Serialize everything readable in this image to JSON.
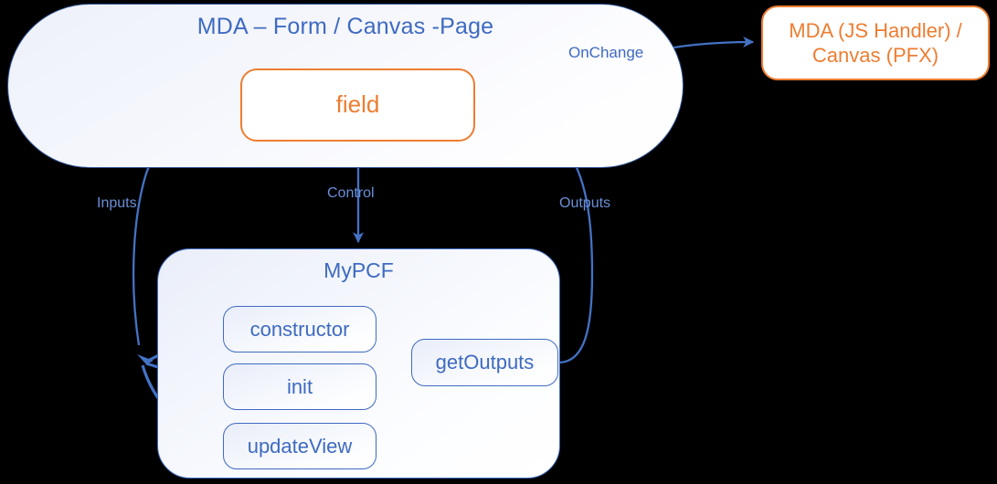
{
  "diagram": {
    "title_visible": false,
    "background": "#000000",
    "accent_blue": "#4472C4",
    "accent_dark_blue": "#2F5496",
    "accent_orange": "#ED7D31",
    "label_blue": "#6B8FD6"
  },
  "containers": {
    "mda_page": {
      "title": "MDA – Form / Canvas -Page"
    },
    "mypcf": {
      "title": "MyPCF"
    }
  },
  "nodes": {
    "field": {
      "label": "field"
    },
    "handler": {
      "line1": "MDA (JS Handler) /",
      "line2": "Canvas (PFX)"
    },
    "constructor": {
      "label": "constructor"
    },
    "init": {
      "label": "init"
    },
    "update_view": {
      "label": "updateView"
    },
    "get_outputs": {
      "label": "getOutputs"
    }
  },
  "edge_labels": {
    "inputs": "Inputs",
    "control": "Control",
    "outputs": "Outputs",
    "onchange": "OnChange"
  }
}
